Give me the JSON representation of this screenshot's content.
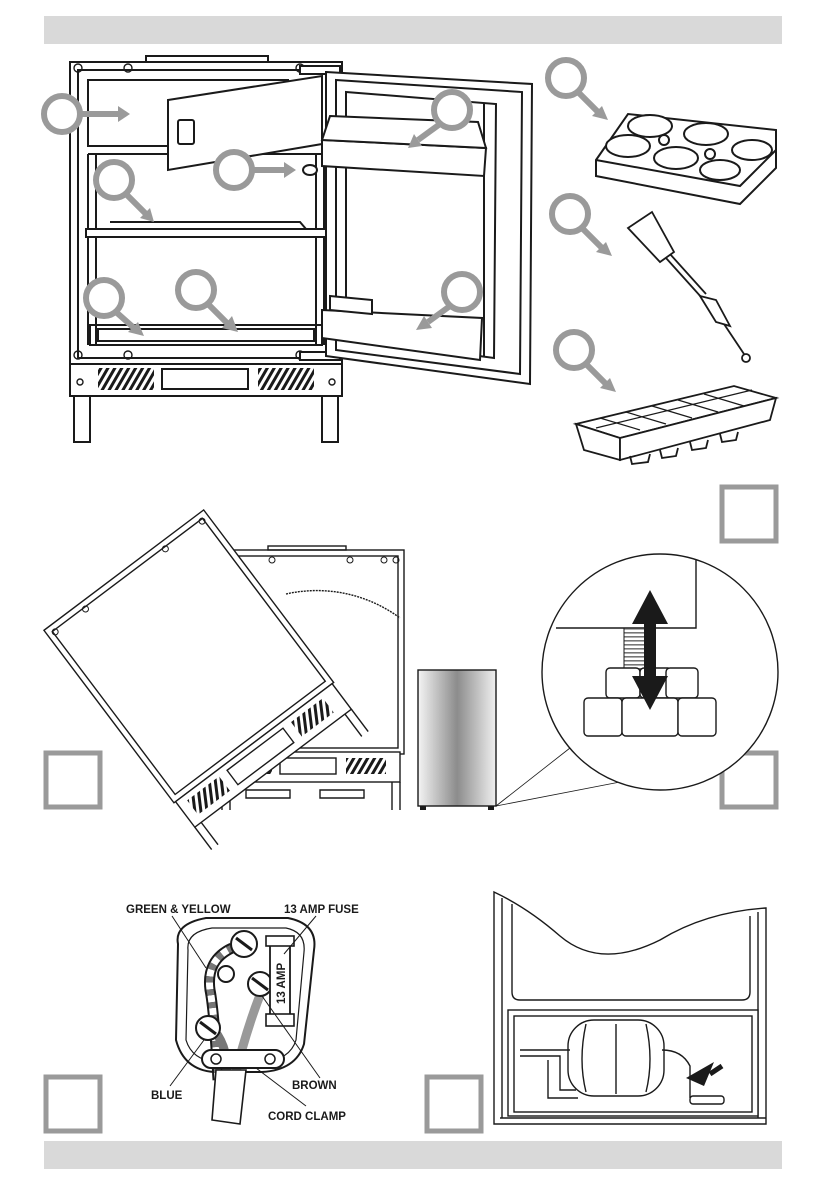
{
  "plug_diagram": {
    "label_earth": "GREEN & YELLOW",
    "label_fuse": "13 AMP FUSE",
    "label_neutral": "BLUE",
    "label_live": "BROWN",
    "label_clamp": "CORD CLAMP",
    "fuse_marking": "13 AMP"
  },
  "colors": {
    "callout": "#9a9a9a",
    "header_bar": "#d9d9d9",
    "line": "#1a1a1a"
  }
}
